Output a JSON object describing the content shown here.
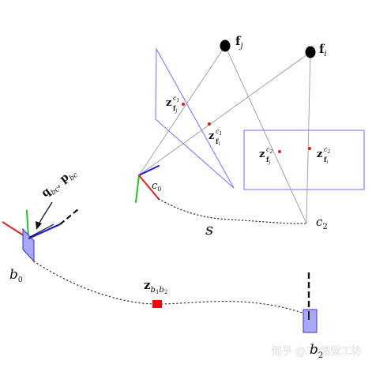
{
  "labels": {
    "f_j": {
      "main": "f",
      "sub": "j"
    },
    "f_i": {
      "main": "f",
      "sub": "i"
    },
    "z_c1_fj": {
      "main": "z",
      "sup": "c",
      "supsub": "1",
      "sub": "f",
      "subsub": "j"
    },
    "z_c1_fi": {
      "main": "z",
      "sup": "c",
      "supsub": "1",
      "sub": "f",
      "subsub": "i"
    },
    "z_c2_fj": {
      "main": "z",
      "sup": "c",
      "supsub": "2",
      "sub": "f",
      "subsub": "j"
    },
    "z_c2_fi": {
      "main": "z",
      "sup": "c",
      "supsub": "2",
      "sub": "f",
      "subsub": "i"
    },
    "c0": {
      "main": "c",
      "sub": "0"
    },
    "c2": {
      "main": "c",
      "sub": "2"
    },
    "s": "s",
    "extrinsics": {
      "q": "q",
      "q_sub": "bc",
      "sep": ", ",
      "p": "p",
      "p_sub": "bc"
    },
    "b0": {
      "main": "b",
      "sub": "0"
    },
    "b2": {
      "main": "b",
      "sub": "2"
    },
    "z_b1b2": {
      "main": "z",
      "sub": "b",
      "subsub1": "1",
      "mid": "b",
      "subsub2": "2"
    }
  },
  "watermark": "知乎 @3D视觉工坊",
  "colors": {
    "plane": "#7b7bff",
    "projection_line": "#9a9a9a",
    "axis_x": "#e02020",
    "axis_y": "#22c322",
    "axis_z": "#1a1acc",
    "body_fill": "#a8a8f5",
    "body_stroke": "#3535c8",
    "point": "#d81b1b",
    "preint": "#ff0000",
    "trajectory": "#222222"
  }
}
